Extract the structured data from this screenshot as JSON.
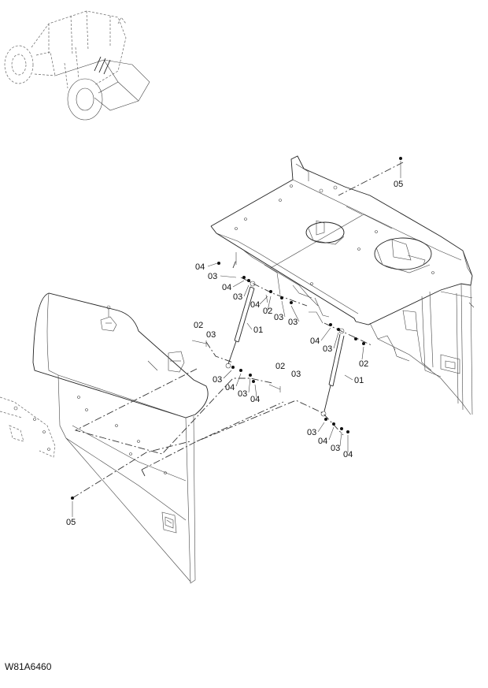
{
  "diagram": {
    "drawing_code": "W81A6460",
    "callouts": [
      {
        "id": "c1",
        "text": "05"
      },
      {
        "id": "c2",
        "text": "04"
      },
      {
        "id": "c3",
        "text": "03"
      },
      {
        "id": "c4",
        "text": "04"
      },
      {
        "id": "c5",
        "text": "03"
      },
      {
        "id": "c6",
        "text": "02"
      },
      {
        "id": "c7",
        "text": "04"
      },
      {
        "id": "c8",
        "text": "03"
      },
      {
        "id": "c9",
        "text": "01"
      },
      {
        "id": "c10",
        "text": "02"
      },
      {
        "id": "c11",
        "text": "03"
      },
      {
        "id": "c12",
        "text": "04"
      },
      {
        "id": "c13",
        "text": "03"
      },
      {
        "id": "c14",
        "text": "03"
      },
      {
        "id": "c15",
        "text": "02"
      },
      {
        "id": "c16",
        "text": "01"
      },
      {
        "id": "c17",
        "text": "03"
      },
      {
        "id": "c18",
        "text": "04"
      },
      {
        "id": "c19",
        "text": "03"
      },
      {
        "id": "c20",
        "text": "04"
      },
      {
        "id": "c21",
        "text": "02"
      },
      {
        "id": "c22",
        "text": "03"
      },
      {
        "id": "c23",
        "text": "03"
      },
      {
        "id": "c24",
        "text": "04"
      },
      {
        "id": "c25",
        "text": "03"
      },
      {
        "id": "c26",
        "text": "04"
      },
      {
        "id": "c27",
        "text": "05"
      }
    ]
  }
}
